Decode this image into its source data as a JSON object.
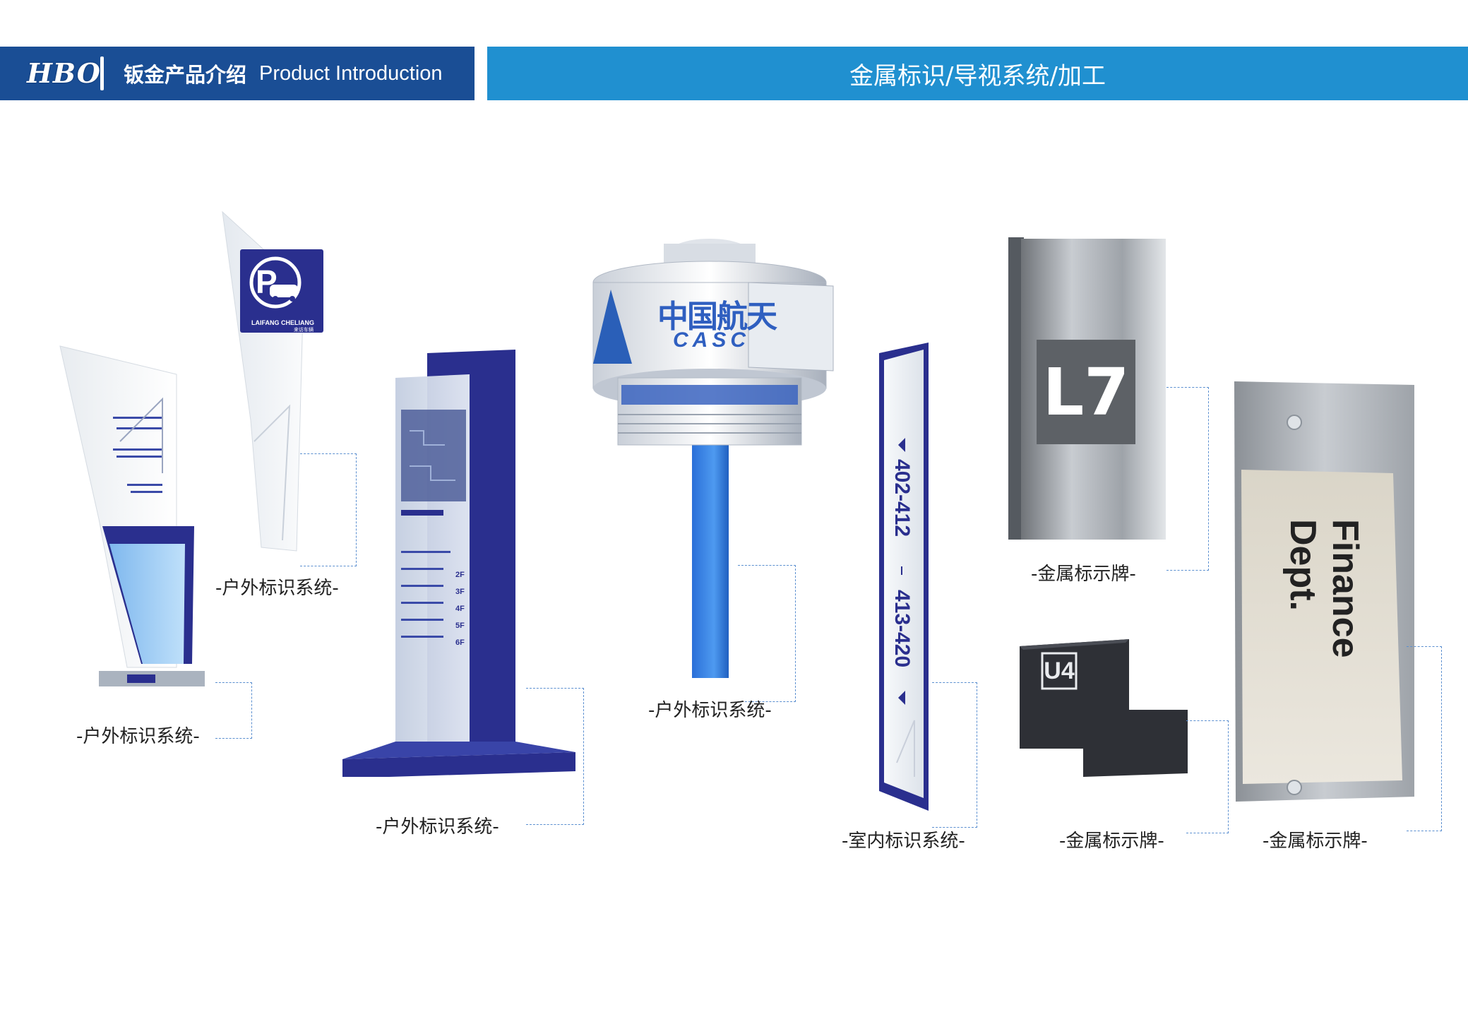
{
  "header": {
    "logo_text": "HBO",
    "title_cn": "钣金产品介绍",
    "title_en": "Product Introduction",
    "section_title": "金属标识/导视系统/加工"
  },
  "colors": {
    "header_left": "#1a4e95",
    "header_right": "#2090d0",
    "sign_navy": "#2a2f8e",
    "sign_blue": "#2f80e0",
    "leader_line": "#5b8fd0"
  },
  "products": [
    {
      "caption": "-户外标识系统-"
    },
    {
      "caption": "-户外标识系统-",
      "sign_text": "LAIFANG CHELIANG",
      "sign_text_cn": "来访车辆",
      "icon": "parking-car-icon"
    },
    {
      "caption": "-户外标识系统-",
      "floors": [
        "2F",
        "3F",
        "4F",
        "5F",
        "6F"
      ]
    },
    {
      "caption": "-户外标识系统-",
      "brand_cn": "中国航天",
      "brand_en": "CASC"
    },
    {
      "caption": "-室内标识系统-",
      "range_a": "402-412",
      "range_b": "413-420"
    },
    {
      "caption": "-金属标示牌-",
      "label": "L7"
    },
    {
      "caption": "-金属标示牌-",
      "label": "U4"
    },
    {
      "caption": "-金属标示牌-",
      "label": "Finance Dept."
    }
  ]
}
